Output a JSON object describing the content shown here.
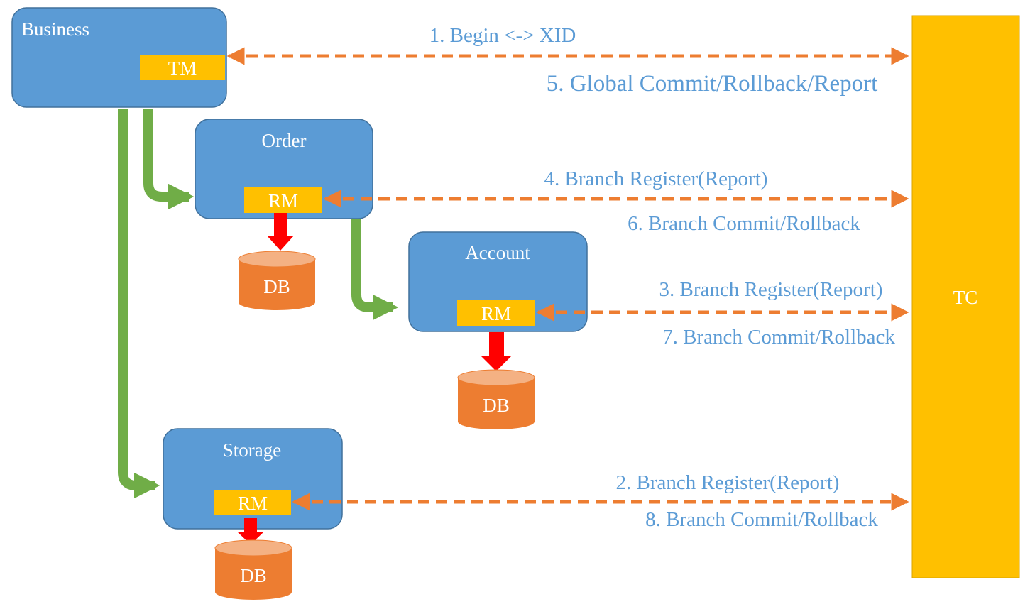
{
  "services": {
    "business": {
      "label": "Business",
      "tag": "TM"
    },
    "order": {
      "label": "Order",
      "tag": "RM",
      "db": "DB"
    },
    "account": {
      "label": "Account",
      "tag": "RM",
      "db": "DB"
    },
    "storage": {
      "label": "Storage",
      "tag": "RM",
      "db": "DB"
    }
  },
  "coordinator": {
    "label": "TC"
  },
  "messages": {
    "m1": "1. Begin <-> XID",
    "m2": "2. Branch Register(Report)",
    "m3": "3. Branch Register(Report)",
    "m4": "4. Branch Register(Report)",
    "m5": "5. Global Commit/Rollback/Report",
    "m6": "6. Branch Commit/Rollback",
    "m7": "7. Branch Commit/Rollback",
    "m8": "8. Branch Commit/Rollback"
  },
  "colors": {
    "service_fill": "#5b9bd5",
    "service_stroke": "#41719c",
    "tag_fill": "#ffc000",
    "tc_fill": "#ffc000",
    "db_fill": "#ed7d31",
    "call_arrow": "#70ad47",
    "db_arrow": "#ff0000",
    "message_line": "#ed7d31",
    "message_text": "#5b9bd5"
  }
}
